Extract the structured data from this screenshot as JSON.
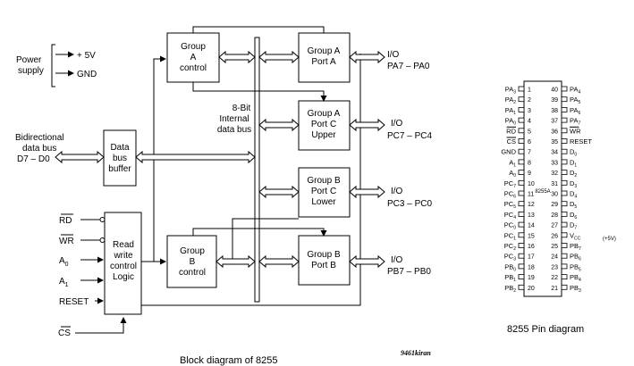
{
  "block_diagram": {
    "caption": "Block diagram of 8255",
    "watermark": "9461kiran",
    "power": {
      "label_line1": "Power",
      "label_line2": "supply",
      "v5": "+ 5V",
      "gnd": "GND"
    },
    "bidir": {
      "line1": "Bidirectional",
      "line2": "data bus",
      "line3": "D7 – D0"
    },
    "data_bus_buffer": {
      "line1": "Data",
      "line2": "bus",
      "line3": "buffer"
    },
    "internal_bus": {
      "line1": "8-Bit",
      "line2": "Internal",
      "line3": "data bus"
    },
    "group_a_control": {
      "line1": "Group",
      "line2": "A",
      "line3": "control"
    },
    "group_b_control": {
      "line1": "Group",
      "line2": "B",
      "line3": "control"
    },
    "rw_logic": {
      "line1": "Read",
      "line2": "write",
      "line3": "control",
      "line4": "Logic"
    },
    "port_a": {
      "line1": "Group A",
      "line2": "Port A"
    },
    "port_c_upper": {
      "line1": "Group A",
      "line2": "Port C",
      "line3": "Upper"
    },
    "port_c_lower": {
      "line1": "Group B",
      "line2": "Port C",
      "line3": "Lower"
    },
    "port_b": {
      "line1": "Group B",
      "line2": "Port B"
    },
    "io_pa": {
      "io": "I/O",
      "range": "PA7 – PA0"
    },
    "io_pcu": {
      "io": "I/O",
      "range": "PC7 – PC4"
    },
    "io_pcl": {
      "io": "I/O",
      "range": "PC3 – PC0"
    },
    "io_pb": {
      "io": "I/O",
      "range": "PB7 – PB0"
    },
    "control_inputs": [
      "RD",
      "WR",
      "A0",
      "A1",
      "RESET"
    ],
    "cs": "CS"
  },
  "pin_diagram": {
    "caption": "8255 Pin diagram",
    "chip_label": "8255A",
    "vcc_note": "(+5V)",
    "left_pins": [
      {
        "num": "1",
        "name": "PA3"
      },
      {
        "num": "2",
        "name": "PA2"
      },
      {
        "num": "3",
        "name": "PA1"
      },
      {
        "num": "4",
        "name": "PA0"
      },
      {
        "num": "5",
        "name": "RD"
      },
      {
        "num": "6",
        "name": "CS"
      },
      {
        "num": "7",
        "name": "GND"
      },
      {
        "num": "8",
        "name": "A1"
      },
      {
        "num": "9",
        "name": "A0"
      },
      {
        "num": "10",
        "name": "PC7"
      },
      {
        "num": "11",
        "name": "PC6"
      },
      {
        "num": "12",
        "name": "PC5"
      },
      {
        "num": "13",
        "name": "PC4"
      },
      {
        "num": "14",
        "name": "PC0"
      },
      {
        "num": "15",
        "name": "PC1"
      },
      {
        "num": "16",
        "name": "PC2"
      },
      {
        "num": "17",
        "name": "PC3"
      },
      {
        "num": "18",
        "name": "PB0"
      },
      {
        "num": "19",
        "name": "PB1"
      },
      {
        "num": "20",
        "name": "PB2"
      }
    ],
    "right_pins": [
      {
        "num": "40",
        "name": "PA4"
      },
      {
        "num": "39",
        "name": "PA5"
      },
      {
        "num": "38",
        "name": "PA6"
      },
      {
        "num": "37",
        "name": "PA7"
      },
      {
        "num": "36",
        "name": "WR"
      },
      {
        "num": "35",
        "name": "RESET"
      },
      {
        "num": "34",
        "name": "D0"
      },
      {
        "num": "33",
        "name": "D1"
      },
      {
        "num": "32",
        "name": "D2"
      },
      {
        "num": "31",
        "name": "D3"
      },
      {
        "num": "30",
        "name": "D4"
      },
      {
        "num": "29",
        "name": "D5"
      },
      {
        "num": "28",
        "name": "D6"
      },
      {
        "num": "27",
        "name": "D7"
      },
      {
        "num": "26",
        "name": "VCC"
      },
      {
        "num": "25",
        "name": "PB7"
      },
      {
        "num": "24",
        "name": "PB6"
      },
      {
        "num": "23",
        "name": "PB5"
      },
      {
        "num": "22",
        "name": "PB4"
      },
      {
        "num": "21",
        "name": "PB3"
      }
    ]
  }
}
